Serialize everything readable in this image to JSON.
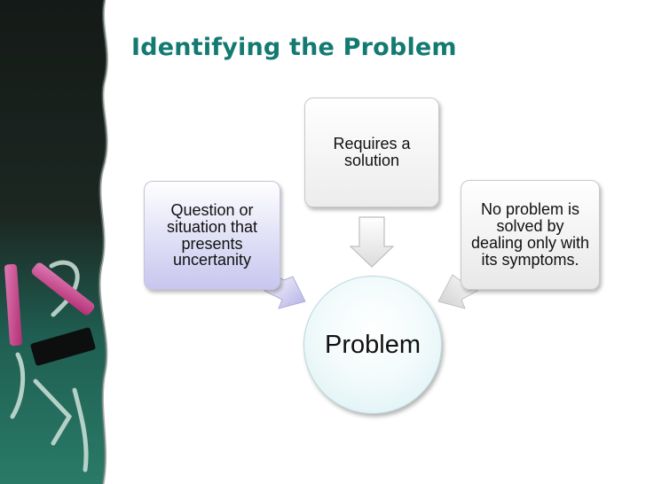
{
  "slide": {
    "title": "Identifying the Problem"
  },
  "diagram": {
    "center": "Problem",
    "top_node": "Requires a solution",
    "left_node": "Question or situation that presents uncertanity",
    "right_node": "No problem is solved by dealing only with its symptoms."
  },
  "colors": {
    "title": "#137a72",
    "chalkboard_dark": "#1c2722",
    "chalkboard_green": "#1f6a5d",
    "chalk_pink": "#c2367f",
    "left_box_tint": "#c9c6ee",
    "center_circle_tint": "#d9eff3"
  }
}
